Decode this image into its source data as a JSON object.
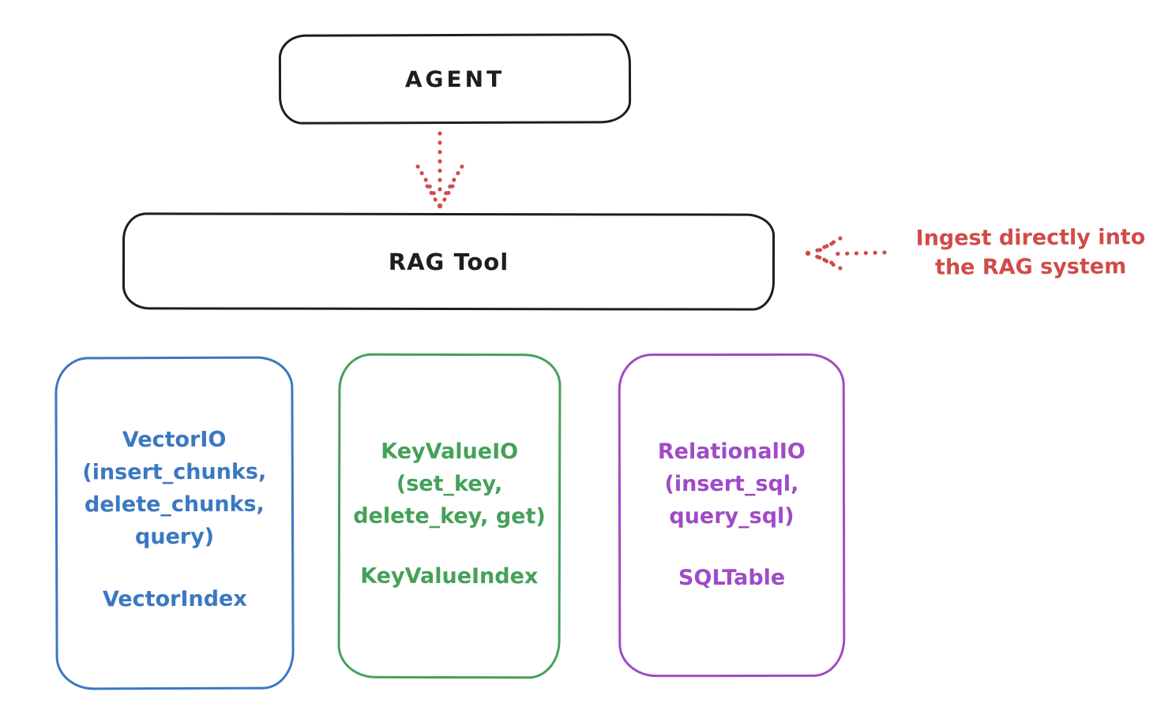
{
  "colors": {
    "ink": "#1e1e1e",
    "red": "#d04c49",
    "blue": "#3a78c2",
    "green": "#45a159",
    "purple": "#9f4bc6"
  },
  "nodes": {
    "agent": {
      "label": "AGENT"
    },
    "rag_tool": {
      "label": "RAG Tool"
    }
  },
  "annotation": {
    "lines": [
      "Ingest directly into",
      "the RAG system"
    ]
  },
  "arrows": [
    {
      "name": "agent-to-ragtool",
      "style": "dotted",
      "direction": "down"
    },
    {
      "name": "ingest-into-ragtool",
      "style": "dotted",
      "direction": "left"
    }
  ],
  "storage_boxes": [
    {
      "id": "vector-io",
      "accent": "blue",
      "lines": [
        "VectorIO",
        "(insert_chunks,",
        "delete_chunks,",
        "query)"
      ],
      "index_label": "VectorIndex"
    },
    {
      "id": "keyvalue-io",
      "accent": "green",
      "lines": [
        "KeyValueIO",
        "(set_key,",
        "delete_key, get)"
      ],
      "index_label": "KeyValueIndex"
    },
    {
      "id": "relational-io",
      "accent": "purple",
      "lines": [
        "RelationalIO",
        "(insert_sql,",
        "query_sql)"
      ],
      "index_label": "SQLTable"
    }
  ]
}
